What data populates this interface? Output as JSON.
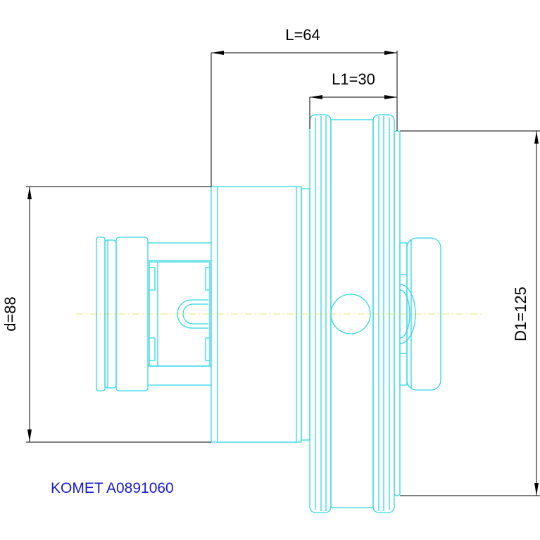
{
  "dimensions": {
    "L": "L=64",
    "L1": "L1=30",
    "d": "d=88",
    "D1": "D1=125"
  },
  "caption": "KOMET A0891060",
  "colors": {
    "part_outline": "#2ed6e6",
    "dimension_lines": "#000000",
    "centerline": "#f2e46a",
    "caption": "#1a1ad6"
  }
}
